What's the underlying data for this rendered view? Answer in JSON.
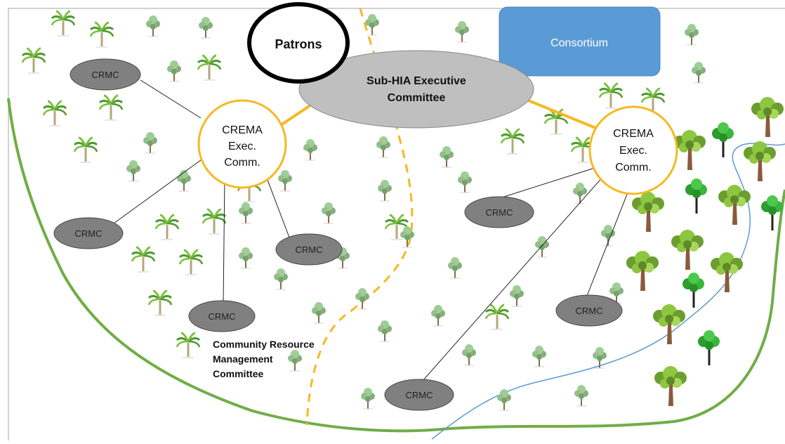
{
  "diagram": {
    "patrons": "Patrons",
    "consortium": "Consortium",
    "subhia": {
      "line1": "Sub-HIA Executive",
      "line2": "Committee"
    },
    "crema_left": {
      "line1": "CREMA",
      "line2": "Exec.",
      "line3": "Comm."
    },
    "crema_right": {
      "line1": "CREMA",
      "line2": "Exec.",
      "line3": "Comm."
    },
    "crmc_label": "CRMC",
    "legend": {
      "line1": "Community Resource",
      "line2": "Management",
      "line3": "Committee"
    }
  },
  "colors": {
    "green_boundary": "#70ad47",
    "gold": "#f5b921",
    "river": "#5b9bd5",
    "consortium_fill": "#5b9bd5",
    "subhia_fill": "#bfbfbf",
    "crmc_fill": "#808080",
    "frame": "#a6a6a6"
  }
}
